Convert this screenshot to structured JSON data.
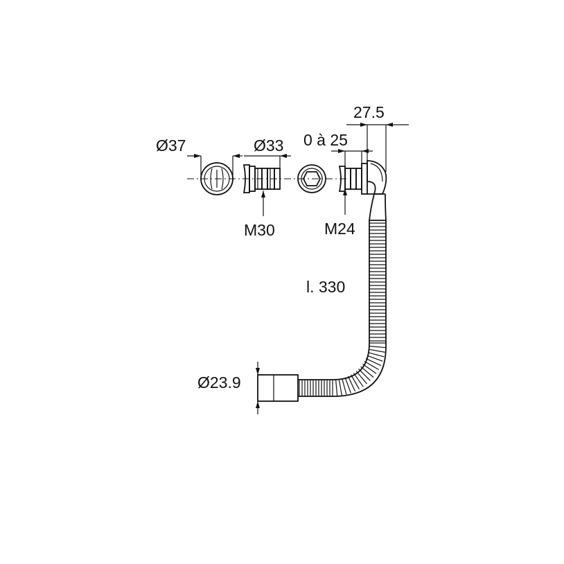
{
  "dimensions": {
    "d37": "Ø37",
    "d33": "Ø33",
    "range": "0 à 25",
    "offset": "27.5",
    "m30": "M30",
    "m24": "M24",
    "length": "l. 330",
    "d23_9": "Ø23.9"
  },
  "colors": {
    "line": "#111111",
    "background": "#ffffff"
  }
}
